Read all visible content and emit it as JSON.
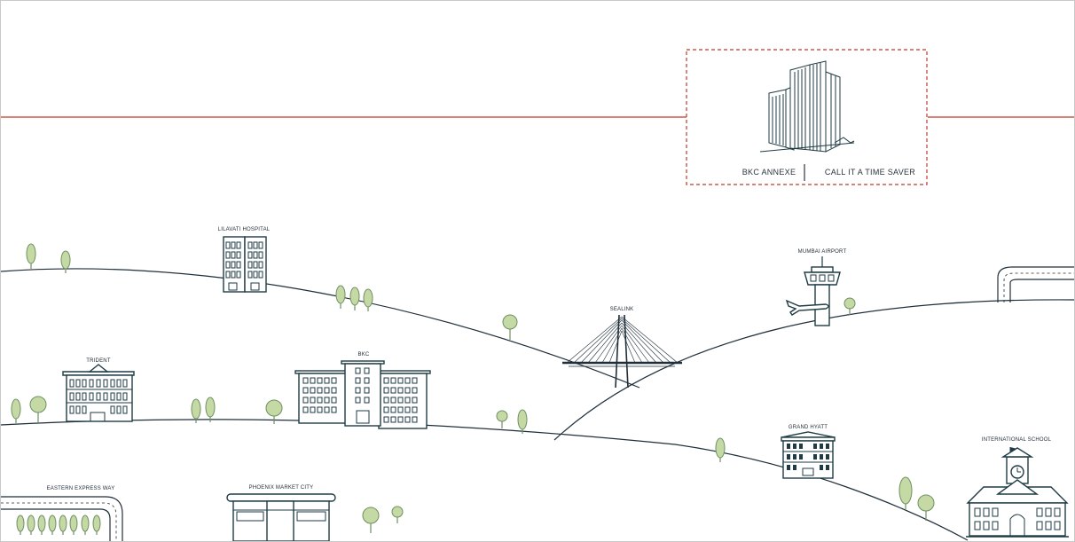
{
  "colors": {
    "line": "#1f2f3a",
    "building": "#1f3b44",
    "tree_fill": "#c4d9a4",
    "tree_stroke": "#6f8f63",
    "accent_red": "#c0392b",
    "background": "#ffffff"
  },
  "featured": {
    "left_caption": "BKC ANNEXE",
    "right_caption": "CALL IT A TIME SAVER"
  },
  "landmarks": {
    "lilavati_hospital": "LILAVATI HOSPITAL",
    "mumbai_airport": "MUMBAI AIRPORT",
    "sealink": "SEALINK",
    "trident": "TRIDENT",
    "bkc": "BKC",
    "grand_hyatt": "GRAND HYATT",
    "international_school": "INTERNATIONAL SCHOOL",
    "eastern_express_way": "EASTERN EXPRESS WAY",
    "phoenix_market_city": "PHOENIX MARKET CITY"
  },
  "icons": {
    "tree": "tree-icon",
    "building": "building-icon",
    "bridge": "cable-stayed-bridge-icon",
    "airplane": "airplane-icon",
    "clock": "clock-icon",
    "road": "road-icon"
  }
}
